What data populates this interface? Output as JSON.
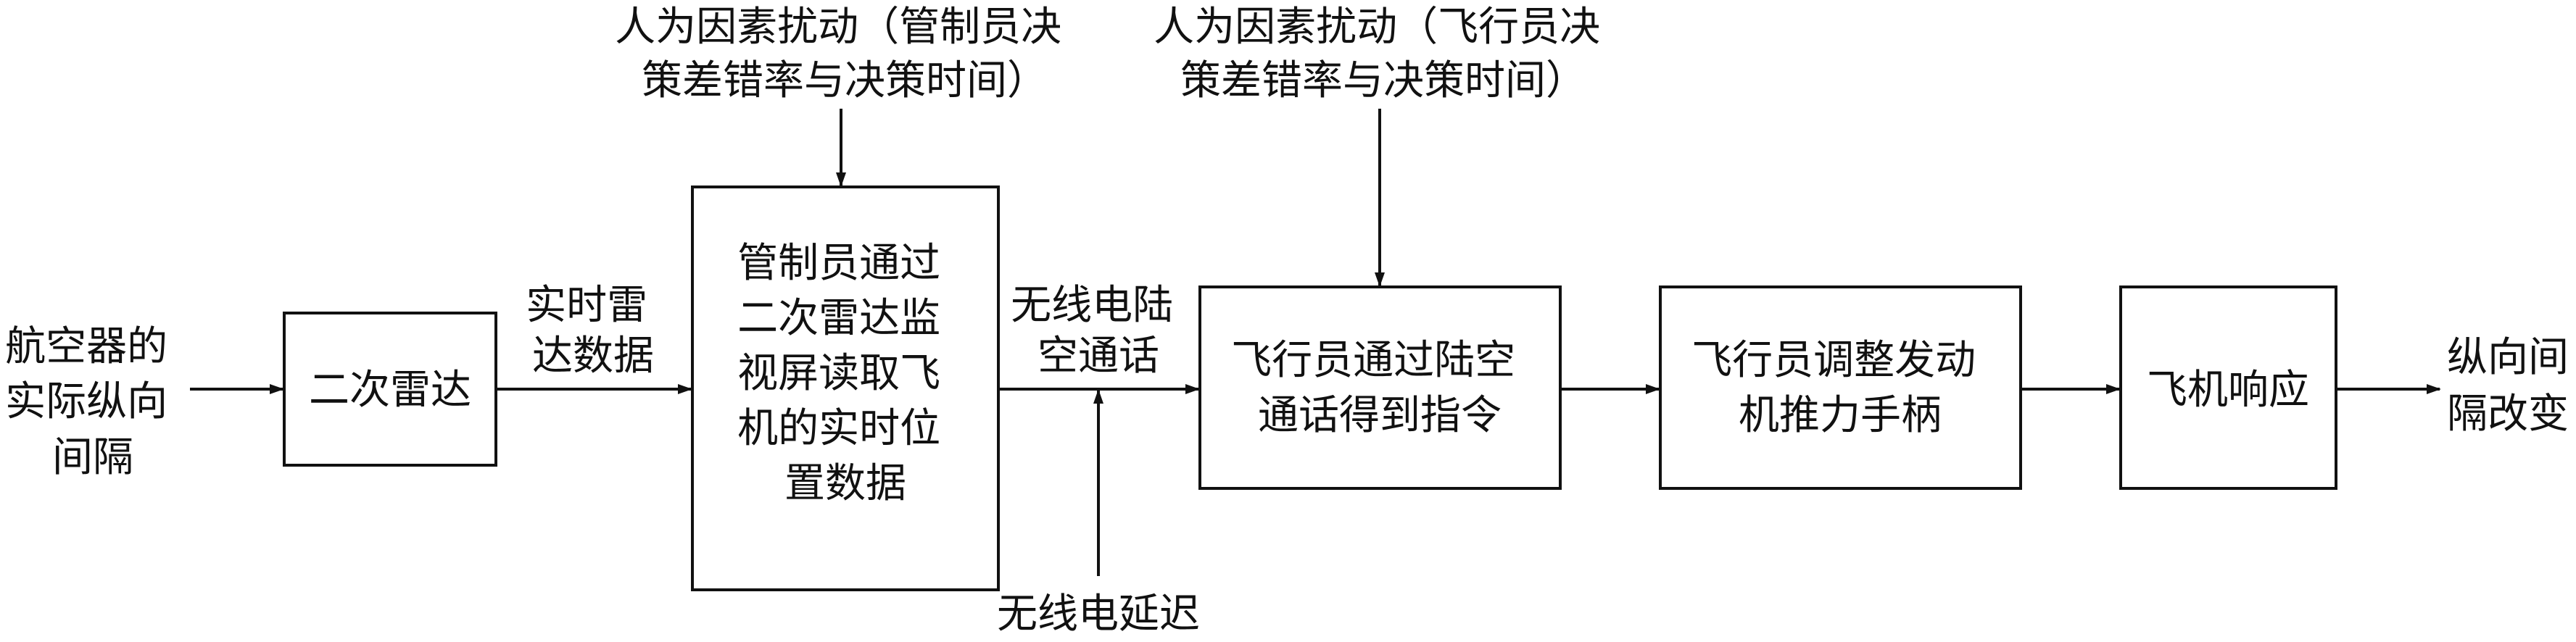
{
  "nodes": {
    "input_label": [
      "航空器的",
      "实际纵向",
      "间隔"
    ],
    "secondary_radar": [
      "二次雷达"
    ],
    "controller_read": [
      "管制员通过",
      "二次雷达监",
      "视屏读取飞",
      "机的实时位",
      "置数据"
    ],
    "pilot_receive": [
      "飞行员通过陆空",
      "通话得到指令"
    ],
    "pilot_adjust": [
      "飞行员调整发动",
      "机推力手柄"
    ],
    "aircraft_response": [
      "飞机响应"
    ],
    "output_label": [
      "纵向间",
      "隔改变"
    ]
  },
  "edges": {
    "radar_data": [
      "实时雷",
      "达数据"
    ],
    "radio_comm": [
      "无线电陆",
      "空通话"
    ]
  },
  "disturbances": {
    "controller_human_factor": [
      "人为因素扰动（管制员决",
      "策差错率与决策时间）"
    ],
    "pilot_human_factor": [
      "人为因素扰动（飞行员决",
      "策差错率与决策时间）"
    ],
    "radio_delay": [
      "无线电延迟"
    ]
  }
}
